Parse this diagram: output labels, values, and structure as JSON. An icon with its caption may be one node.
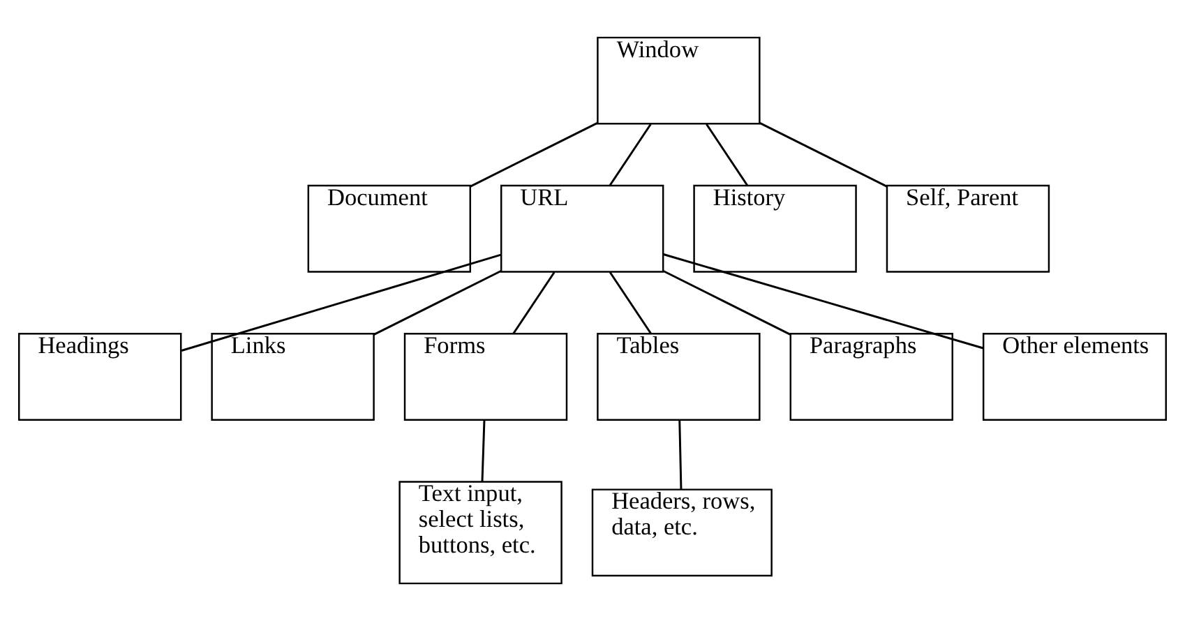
{
  "diagram": {
    "nodes": [
      {
        "text": [
          "Window"
        ]
      },
      {
        "text": [
          "Document"
        ]
      },
      {
        "text": [
          "URL"
        ]
      },
      {
        "text": [
          "History"
        ]
      },
      {
        "text": [
          "Self, Parent"
        ]
      },
      {
        "text": [
          "Headings"
        ]
      },
      {
        "text": [
          "Links"
        ]
      },
      {
        "text": [
          "Forms"
        ]
      },
      {
        "text": [
          "Tables"
        ]
      },
      {
        "text": [
          "Paragraphs"
        ]
      },
      {
        "text": [
          "Other elements"
        ]
      },
      {
        "text": [
          "Text input, select lists, buttons, etc."
        ]
      },
      {
        "text": [
          "Headers, rows, data, etc."
        ]
      }
    ],
    "edges": [
      {
        "from": 0,
        "to": 1,
        "arrow": "none"
      },
      {
        "from": 0,
        "to": 2,
        "arrow": "none"
      },
      {
        "from": 0,
        "to": 3,
        "arrow": "none"
      },
      {
        "from": 0,
        "to": 4,
        "arrow": "none"
      },
      {
        "from": 2,
        "to": 5,
        "arrow": "none"
      },
      {
        "from": 2,
        "to": 6,
        "arrow": "none"
      },
      {
        "from": 2,
        "to": 7,
        "arrow": "none"
      },
      {
        "from": 2,
        "to": 8,
        "arrow": "none"
      },
      {
        "from": 2,
        "to": 9,
        "arrow": "none"
      },
      {
        "from": 2,
        "to": 10,
        "arrow": "none"
      },
      {
        "from": 7,
        "to": 11,
        "arrow": "none"
      },
      {
        "from": 8,
        "to": 12,
        "arrow": "none"
      }
    ]
  }
}
